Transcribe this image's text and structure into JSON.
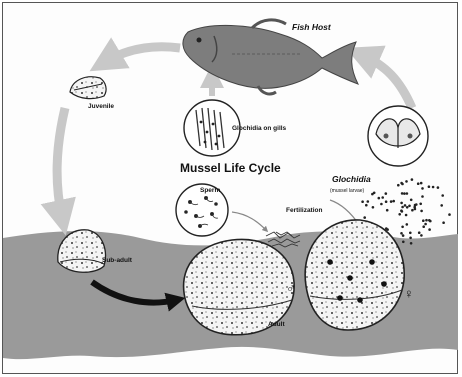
{
  "diagram": {
    "title": "Mussel Life Cycle",
    "labels": {
      "fish_host": "Fish Host",
      "juvenile": "Juvenile",
      "glochidia_on_gills": "Glochidia on gills",
      "glochidia": "Glochidia",
      "glochidia_sub": "(mussel larvae)",
      "sperm": "Sperm",
      "fertilization": "Fertilization",
      "sub_adult": "Sub-adult",
      "adult": "Adult",
      "male_symbol": "♂",
      "female_symbol": "♀"
    },
    "colors": {
      "arrow_gray": "#c8c8c8",
      "substrate": "#9a9a9a",
      "fish": "#7d7d7d",
      "black_arrow": "#111111"
    }
  }
}
